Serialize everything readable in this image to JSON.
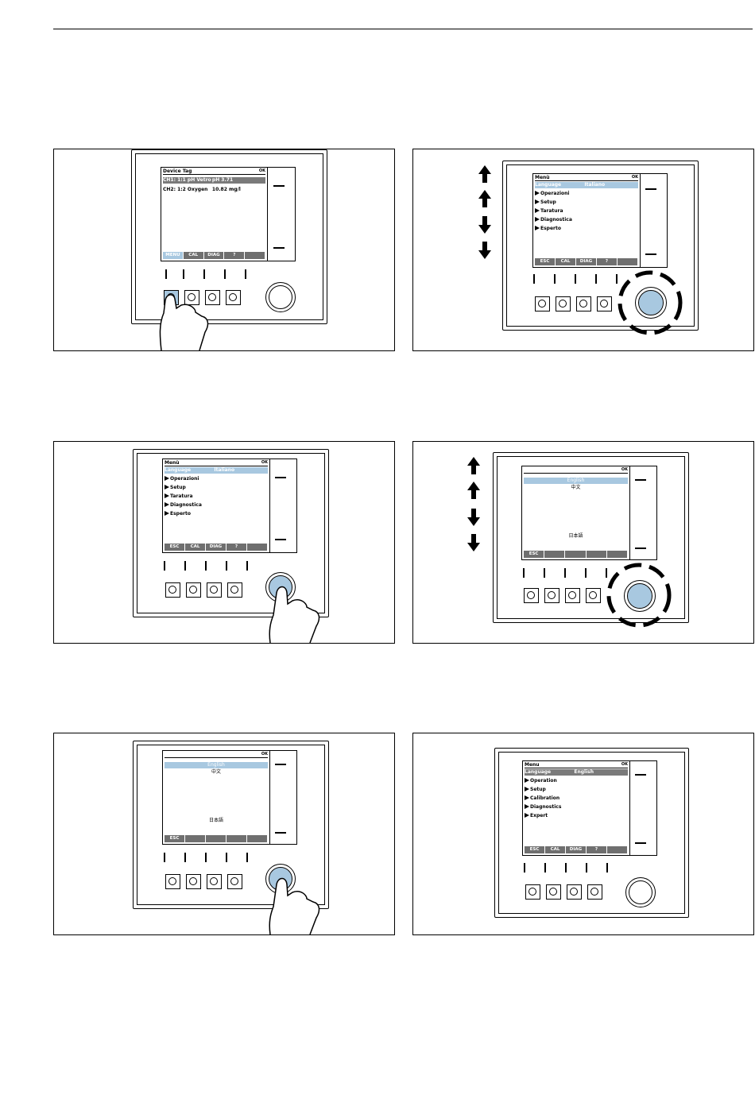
{
  "panels": [
    {
      "title": "Device Tag",
      "ok": "OK",
      "rows": [
        {
          "label": "CH1:  1:1  pH Vetro",
          "value": "pH 3.71"
        },
        {
          "label": "CH2:  1:2  Oxygen",
          "value": "10.82 mg/l"
        }
      ],
      "softkeys": [
        "MENU",
        "CAL",
        "DIAG",
        "?",
        ""
      ]
    },
    {
      "title": "Menù",
      "ok": "OK",
      "language_label": "Language",
      "language_value": "Italiano",
      "items": [
        "Operazioni",
        "Setup",
        "Taratura",
        "Diagnostica",
        "Esperto"
      ],
      "softkeys": [
        "ESC",
        "CAL",
        "DIAG",
        "?",
        ""
      ]
    },
    {
      "title": "Menù",
      "ok": "OK",
      "language_label": "Language",
      "language_value": "Italiano",
      "items": [
        "Operazioni",
        "Setup",
        "Taratura",
        "Diagnostica",
        "Esperto"
      ],
      "softkeys": [
        "ESC",
        "CAL",
        "DIAG",
        "?",
        ""
      ]
    },
    {
      "ok": "OK",
      "options": [
        "English",
        "中文",
        "日本語"
      ],
      "softkeys": [
        "ESC",
        "",
        "",
        "",
        ""
      ]
    },
    {
      "ok": "OK",
      "options": [
        "English",
        "中文",
        "日本語"
      ],
      "softkeys": [
        "ESC",
        "",
        "",
        "",
        ""
      ]
    },
    {
      "title": "Menu",
      "ok": "OK",
      "language_label": "Language",
      "language_value": "English",
      "items": [
        "Operation",
        "Setup",
        "Calibration",
        "Diagnostics",
        "Expert"
      ],
      "softkeys": [
        "ESC",
        "CAL",
        "DIAG",
        "?",
        ""
      ]
    }
  ],
  "colors": {
    "highlight": "#a8c8e0",
    "softbar": "#6f6f6f"
  }
}
